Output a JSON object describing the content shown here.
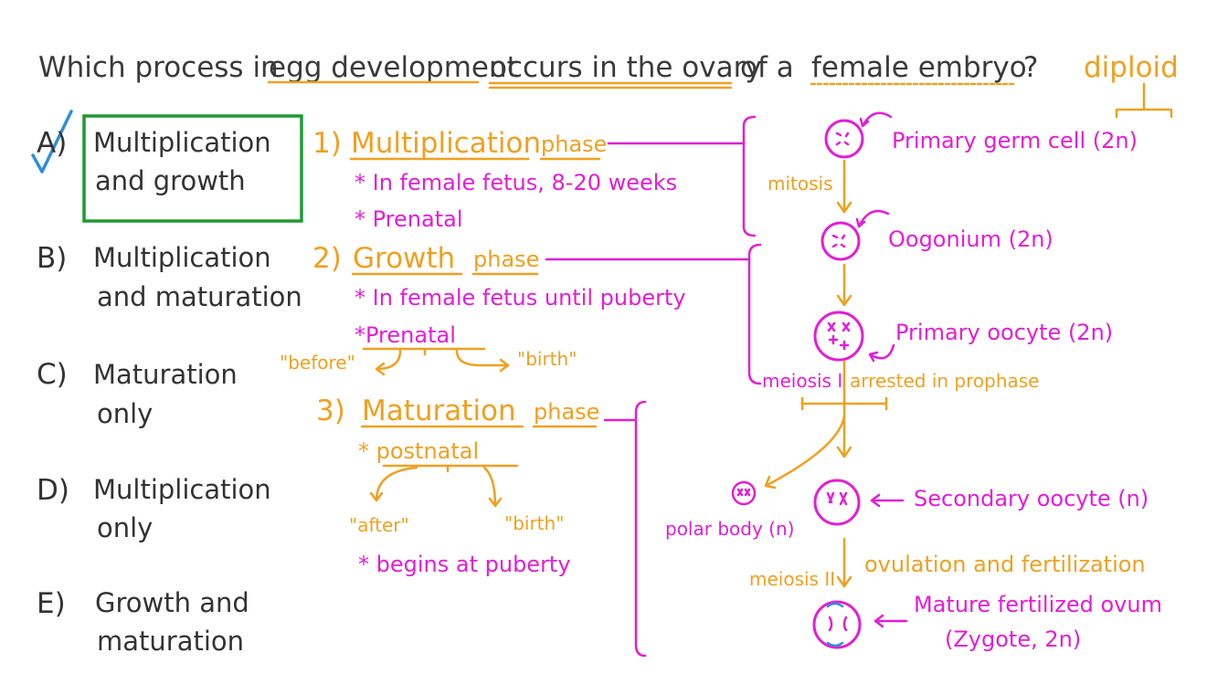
{
  "question": {
    "parts": [
      "Which process in",
      "egg development",
      "occurs in the ovary",
      "of a",
      "female embryo",
      "?"
    ]
  },
  "diploid_label": "diploid",
  "answer_options": [
    {
      "letter": "A)",
      "line1": "Multiplication",
      "line2": "and growth",
      "correct": true
    },
    {
      "letter": "B)",
      "line1": "Multiplication",
      "line2": "and maturation",
      "correct": false
    },
    {
      "letter": "C)",
      "line1": "Maturation",
      "line2": "only",
      "correct": false
    },
    {
      "letter": "D)",
      "line1": "Multiplication",
      "line2": "only",
      "correct": false
    },
    {
      "letter": "E)",
      "line1": "Growth and",
      "line2": "maturation",
      "correct": false
    }
  ],
  "phases": [
    {
      "number": "1)",
      "title": "Multiplication",
      "suffix": "phase",
      "notes": [
        "* In female fetus, 8-20 weeks",
        "* Prenatal"
      ]
    },
    {
      "number": "2)",
      "title": "Growth",
      "suffix": "phase",
      "notes": [
        "* In female fetus until puberty",
        "*Prenatal"
      ],
      "word_parts": [
        "\"before\"",
        "\"birth\""
      ]
    },
    {
      "number": "3)",
      "title": "Maturation",
      "suffix": "phase",
      "notes": [
        "* postnatal",
        "* begins at puberty"
      ],
      "word_parts": [
        "\"after\"",
        "\"birth\""
      ]
    }
  ],
  "flow": {
    "cells": [
      "Primary germ cell (2n)",
      "Oogonium (2n)",
      "Primary oocyte (2n)",
      "Secondary oocyte (n)",
      "Mature fertilized ovum",
      "(Zygote, 2n)"
    ],
    "polar_body": "polar body (n)",
    "steps": {
      "mitosis": "mitosis",
      "meiosis1": "meiosis I",
      "arrested": "arrested in prophase",
      "meiosis2": "meiosis II",
      "ovulation": "ovulation and fertilization"
    }
  },
  "colors": {
    "pink": "#e21ed6",
    "orange": "#f0a020",
    "green": "#1e9a32",
    "blue": "#2f8fd8",
    "dark": "#333333"
  }
}
